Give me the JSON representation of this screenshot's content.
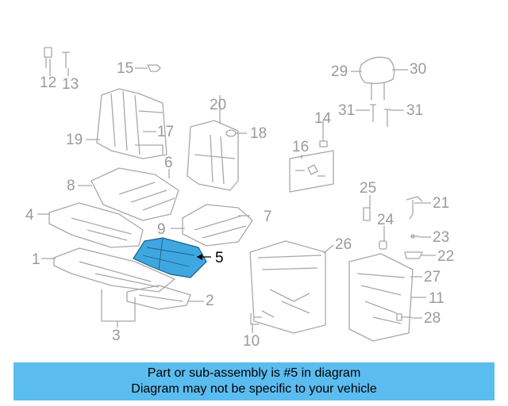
{
  "diagram": {
    "callouts": [
      "1",
      "2",
      "3",
      "4",
      "5",
      "6",
      "7",
      "8",
      "9",
      "10",
      "11",
      "12",
      "13",
      "14",
      "15",
      "16",
      "17",
      "18",
      "19",
      "20",
      "21",
      "22",
      "23",
      "24",
      "25",
      "26",
      "27",
      "28",
      "29",
      "30",
      "31",
      "31"
    ],
    "highlighted_part": "5",
    "colors": {
      "line": "#a8a8a8",
      "highlight_fill": "#3fa7e0",
      "highlight_label": "#000000",
      "label": "#9a9a9a"
    }
  },
  "banner": {
    "line1": "Part or sub-assembly is #5 in diagram",
    "line2": "Diagram may not be specific to your vehicle",
    "background": "#5bbcf0"
  }
}
